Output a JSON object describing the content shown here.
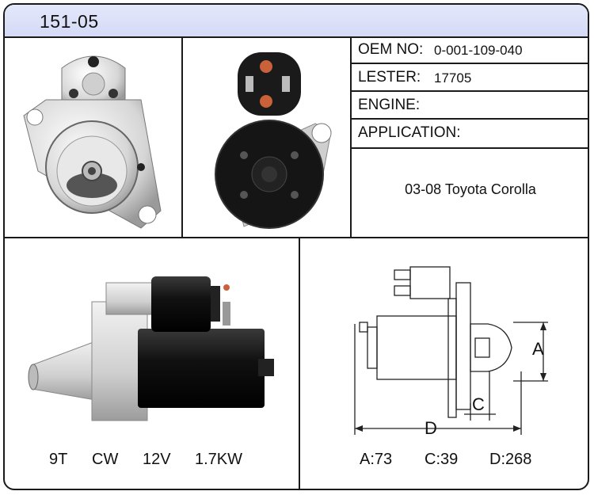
{
  "header": {
    "part_number": "151-05"
  },
  "specs": {
    "oem_label": "OEM NO:",
    "oem_value": "0-001-109-040",
    "lester_label": "LESTER:",
    "lester_value": "17705",
    "engine_label": "ENGINE:",
    "engine_value": "",
    "application_label": "APPLICATION:",
    "application_value": "03-08 Toyota Corolla"
  },
  "electrical": {
    "teeth": "9T",
    "rotation": "CW",
    "voltage": "12V",
    "power": "1.7KW"
  },
  "dimensions": {
    "labels": {
      "a": "A",
      "c": "C",
      "d": "D"
    },
    "values": {
      "a": "A:73",
      "c": "C:39",
      "d": "D:268"
    }
  },
  "colors": {
    "header_bg": "#d8def8",
    "border": "#1a1a1a",
    "motor_black": "#141414",
    "housing_silver": "#d9d9d9"
  }
}
